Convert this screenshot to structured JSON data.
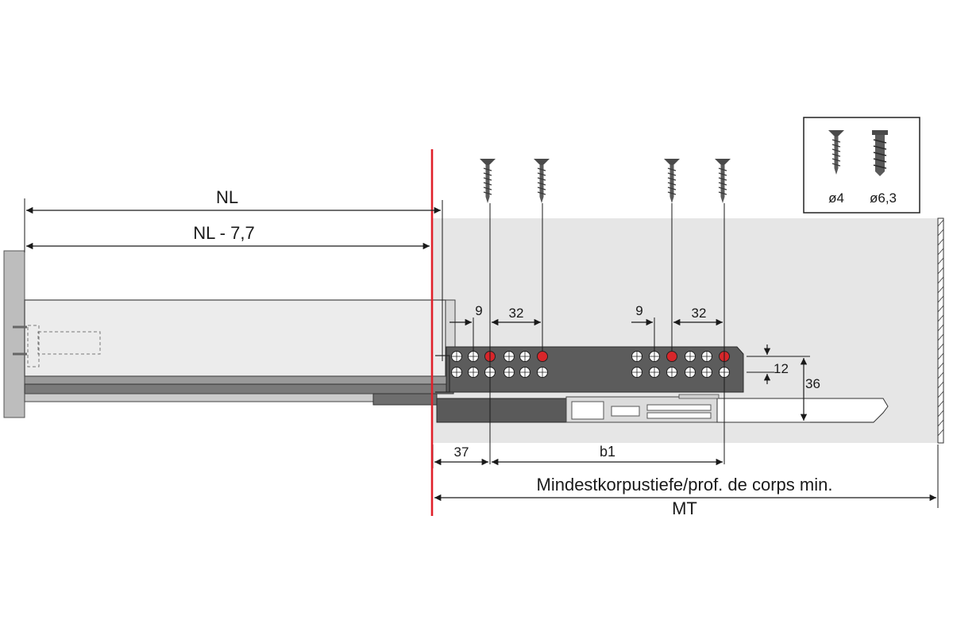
{
  "dimensions": {
    "nl": "NL",
    "nl_minus": "NL - 7,7",
    "offset_37": "37",
    "b1": "b1",
    "mindest": "Mindestkorpustiefe/prof. de corps min.",
    "mt": "MT",
    "hole_9_left": "9",
    "hole_32_left": "32",
    "hole_9_right": "9",
    "hole_32_right": "32",
    "height_12": "12",
    "height_36": "36"
  },
  "screw_legend": {
    "small_screw": "ø4",
    "large_screw": "ø6,3"
  },
  "colors": {
    "front_line": "#e0202a",
    "highlight_hole": "#d8262a",
    "cabinet_bg": "#e6e6e6",
    "runner": "#5c5c5c"
  }
}
